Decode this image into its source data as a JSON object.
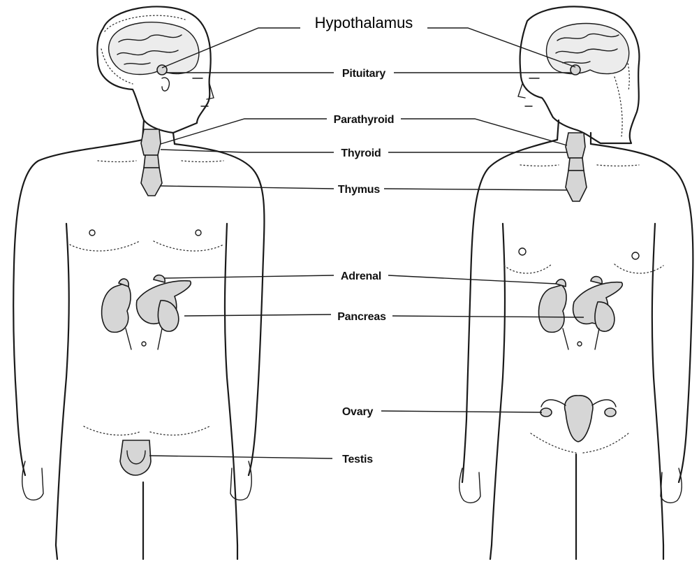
{
  "title": "Hypothalamus",
  "labels": {
    "pituitary": "Pituitary",
    "parathyroid": "Parathyroid",
    "thyroid": "Thyroid",
    "thymus": "Thymus",
    "adrenal": "Adrenal",
    "pancreas": "Pancreas",
    "ovary": "Ovary",
    "testis": "Testis"
  },
  "figures": [
    "male-figure",
    "female-figure"
  ]
}
